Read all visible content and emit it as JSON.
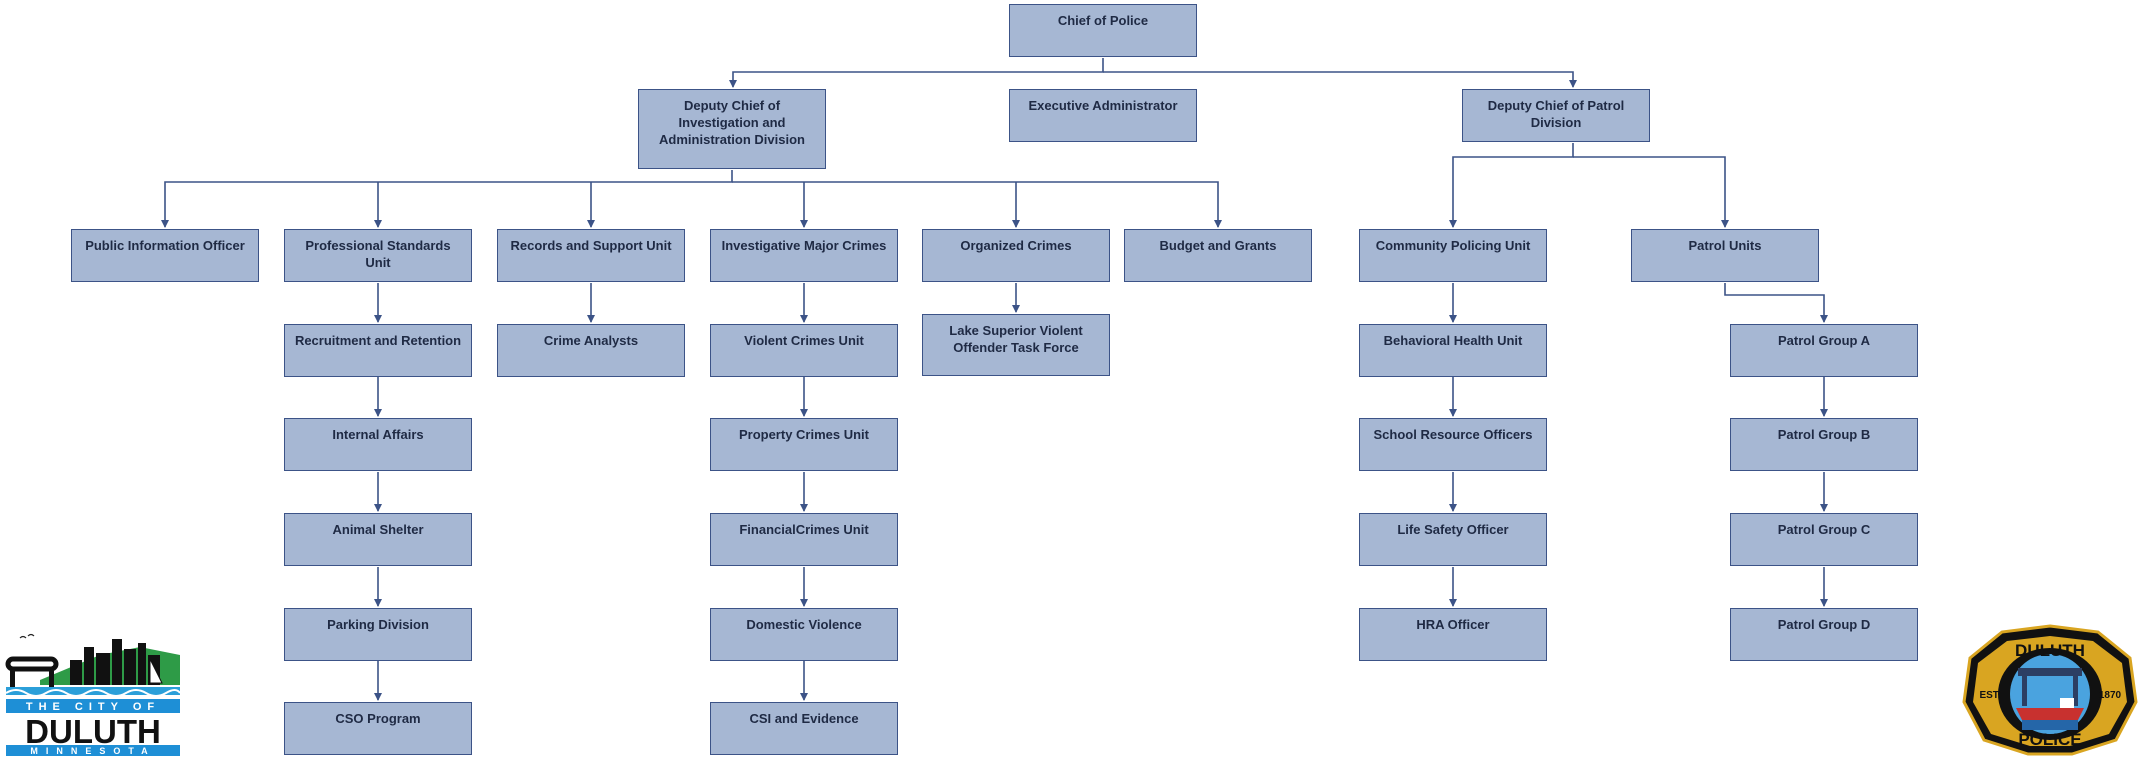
{
  "chart_title": "",
  "nodes": {
    "chief": "Chief of Police",
    "dep_inv": "Deputy Chief of Investigation and Administration Division",
    "exec_admin": "Executive Administrator",
    "dep_patrol": "Deputy Chief of Patrol Division",
    "pio": "Public Information Officer",
    "psu": "Professional Standards Unit",
    "rsu": "Records and Support Unit",
    "imc": "Investigative Major Crimes",
    "org": "Organized Crimes",
    "budget": "Budget and Grants",
    "cpu": "Community Policing Unit",
    "patrol_units": "Patrol Units",
    "recruit": "Recruitment and Retention",
    "internal": "Internal Affairs",
    "animal": "Animal Shelter",
    "parking": "Parking Division",
    "cso": "CSO Program",
    "analysts": "Crime Analysts",
    "violent": "Violent Crimes Unit",
    "property": "Property Crimes Unit",
    "financial": "FinancialCrimes Unit",
    "domestic": "Domestic Violence",
    "csi": "CSI and Evidence",
    "lsvotf": "Lake Superior Violent Offender Task Force",
    "bhu": "Behavioral Health Unit",
    "sro": "School Resource Officers",
    "lso": "Life Safety Officer",
    "hra": "HRA Officer",
    "pga": "Patrol Group A",
    "pgb": "Patrol Group B",
    "pgc": "Patrol Group C",
    "pgd": "Patrol Group D"
  },
  "logos": {
    "city": {
      "line1": "THE CITY OF",
      "line2": "DULUTH",
      "line3": "MINNESOTA"
    },
    "police": {
      "top": "DULUTH",
      "bottom": "POLICE",
      "left": "EST.",
      "right": "1870"
    }
  },
  "colors": {
    "box_fill": "#a6b7d3",
    "box_border": "#3c5387",
    "connector": "#3c5387",
    "text": "#1f2a44"
  }
}
